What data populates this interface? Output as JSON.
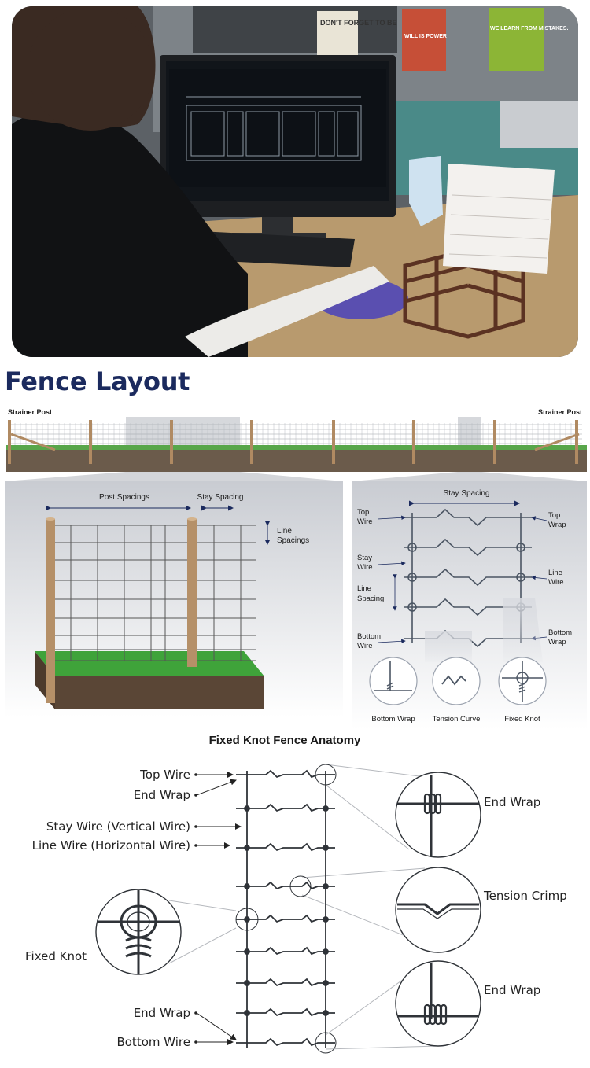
{
  "photo": {
    "poster1": "DON'T FORGET TO BE",
    "poster2": "WE LEARN FROM MISTAKES.",
    "poster3": "WILL IS POWER"
  },
  "title": "Fence Layout",
  "overview": {
    "left_label": "Strainer Post",
    "right_label": "Strainer Post"
  },
  "left_panel": {
    "post_spacings": "Post Spacings",
    "stay_spacing": "Stay Spacing",
    "line_spacings_1": "Line",
    "line_spacings_2": "Spacings"
  },
  "right_panel": {
    "stay_spacing": "Stay Spacing",
    "top_wire": [
      "Top",
      "Wire"
    ],
    "top_wrap": [
      "Top",
      "Wrap"
    ],
    "stay_wire": [
      "Stay",
      "Wire"
    ],
    "line_wire": [
      "Line",
      "Wire"
    ],
    "line_spacing": [
      "Line",
      "Spacing"
    ],
    "bottom_wire": [
      "Bottom",
      "Wire"
    ],
    "bottom_wrap": [
      "Bottom",
      "Wrap"
    ],
    "captions": [
      "Bottom Wrap",
      "Tension Curve",
      "Fixed Knot"
    ]
  },
  "anatomy": {
    "title": "Fixed Knot Fence Anatomy",
    "labels": {
      "top_wire": "Top Wire",
      "end_wrap_top": "End Wrap",
      "stay_wire": "Stay Wire (Vertical Wire)",
      "line_wire": "Line Wire (Horizontal Wire)",
      "fixed_knot": "Fixed Knot",
      "end_wrap_bottom": "End Wrap",
      "bottom_wire": "Bottom Wire",
      "detail_end_wrap_1": "End Wrap",
      "detail_tension_crimp": "Tension Crimp",
      "detail_end_wrap_2": "End Wrap"
    }
  }
}
